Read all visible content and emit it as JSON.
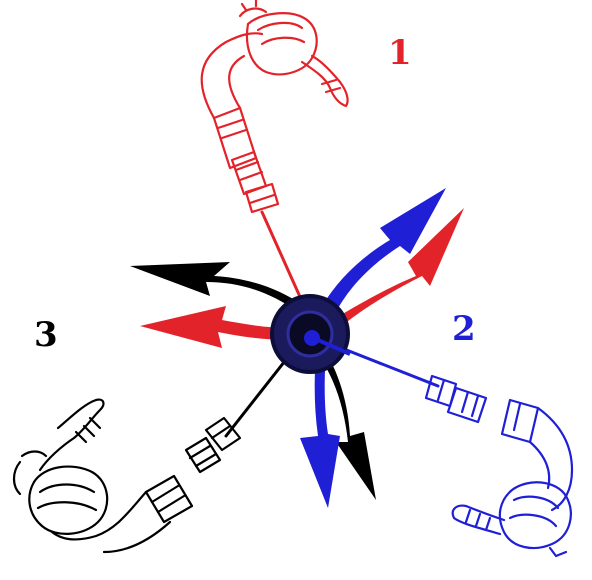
{
  "colors": {
    "background": "#ffffff",
    "hand_1": "#e3232a",
    "hand_2": "#1f1fd6",
    "hand_3": "#000000",
    "hub_fill": "#1a1a5c",
    "hub_ring": "#0d0d3a"
  },
  "labels": {
    "one": "1",
    "two": "2",
    "three": "3"
  },
  "icons": {
    "hand_1": "hand-holding-tool-icon",
    "hand_2": "hand-holding-tool-icon",
    "hand_3": "hand-holding-tool-icon",
    "hub": "rotation-center-icon"
  }
}
